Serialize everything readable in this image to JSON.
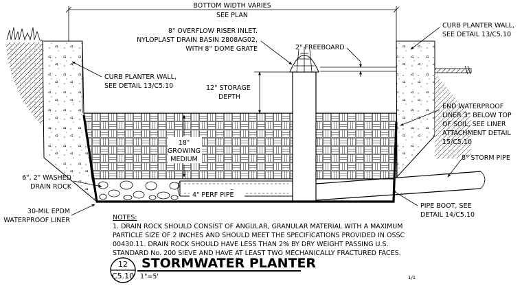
{
  "dimensions": {
    "bottom_width": "BOTTOM WIDTH VARIES",
    "bottom_width_ref": "SEE PLAN",
    "storage_depth_1": "12\" STORAGE",
    "storage_depth_2": "DEPTH",
    "growing_1": "18\"",
    "growing_2": "GROWING",
    "growing_3": "MEDIUM",
    "freeboard": "2\" FREEBOARD"
  },
  "callouts": {
    "riser_1": "8\" OVERFLOW RISER INLET.",
    "riser_2": "NYLOPLAST DRAIN BASIN 2808AG02,",
    "riser_3": "WITH 8\" DOME GRATE",
    "curb_right_1": "CURB PLANTER WALL,",
    "curb_right_2": "SEE DETAIL 13/C5.10",
    "curb_left_1": "CURB PLANTER WALL,",
    "curb_left_2": "SEE DETAIL 13/C5.10",
    "liner_end_1": "END WATERPROOF",
    "liner_end_2": "LINER 3\" BELOW TOP",
    "liner_end_3": "OF SOIL, SEE LINER",
    "liner_end_4": "ATTACHMENT DETAIL",
    "liner_end_5": "15/C5.10",
    "storm_pipe": "8\" STORM PIPE",
    "drain_rock_1": "6\", 2\" WASHED",
    "drain_rock_2": "DRAIN ROCK",
    "perf_pipe": "4\" PERF PIPE",
    "epdm_1": "30-MIL EPDM",
    "epdm_2": "WATERPROOF LINER",
    "pipe_boot_1": "PIPE BOOT, SEE",
    "pipe_boot_2": "DETAIL 14/C5.10"
  },
  "notes": {
    "heading": "NOTES:",
    "line_1": "1. DRAIN ROCK SHOULD CONSIST OF ANGULAR, GRANULAR MATERIAL WITH A MAXIMUM",
    "line_2": "PARTICLE SIZE OF 2 INCHES AND SHOULD MEET THE SPECIFICATIONS PROVIDED IN OSSC",
    "line_3": "00430.11. DRAIN ROCK SHOULD HAVE LESS THAN 2% BY DRY WEIGHT PASSING U.S.",
    "line_4": "STANDARD No. 200 SIEVE AND HAVE AT LEAST TWO MECHANICALLY FRACTURED FACES."
  },
  "title_block": {
    "detail_number": "12",
    "sheet": "C5.10",
    "title": "STORMWATER PLANTER",
    "scale": "1\"=5'",
    "page": "1/1"
  }
}
